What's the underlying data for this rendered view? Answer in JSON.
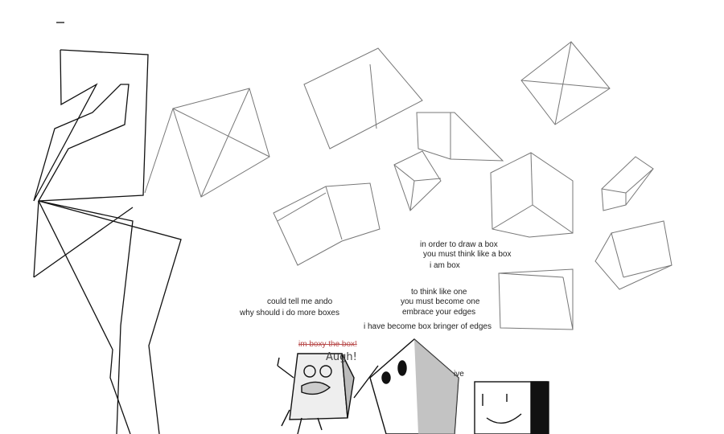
{
  "notes": [
    "in order to draw a box",
    "you must think like a box",
    "i am box",
    "to think like one",
    "you must become one",
    "embrace your edges",
    "i have become box bringer of edges",
    "why should i do more boxes",
    "could tell me ando",
    "im boxy the box!",
    "Augh!",
    "ive"
  ],
  "colors": {
    "ink": "#222222",
    "sketch": "#666666",
    "strikeout": "#b84a4a"
  }
}
